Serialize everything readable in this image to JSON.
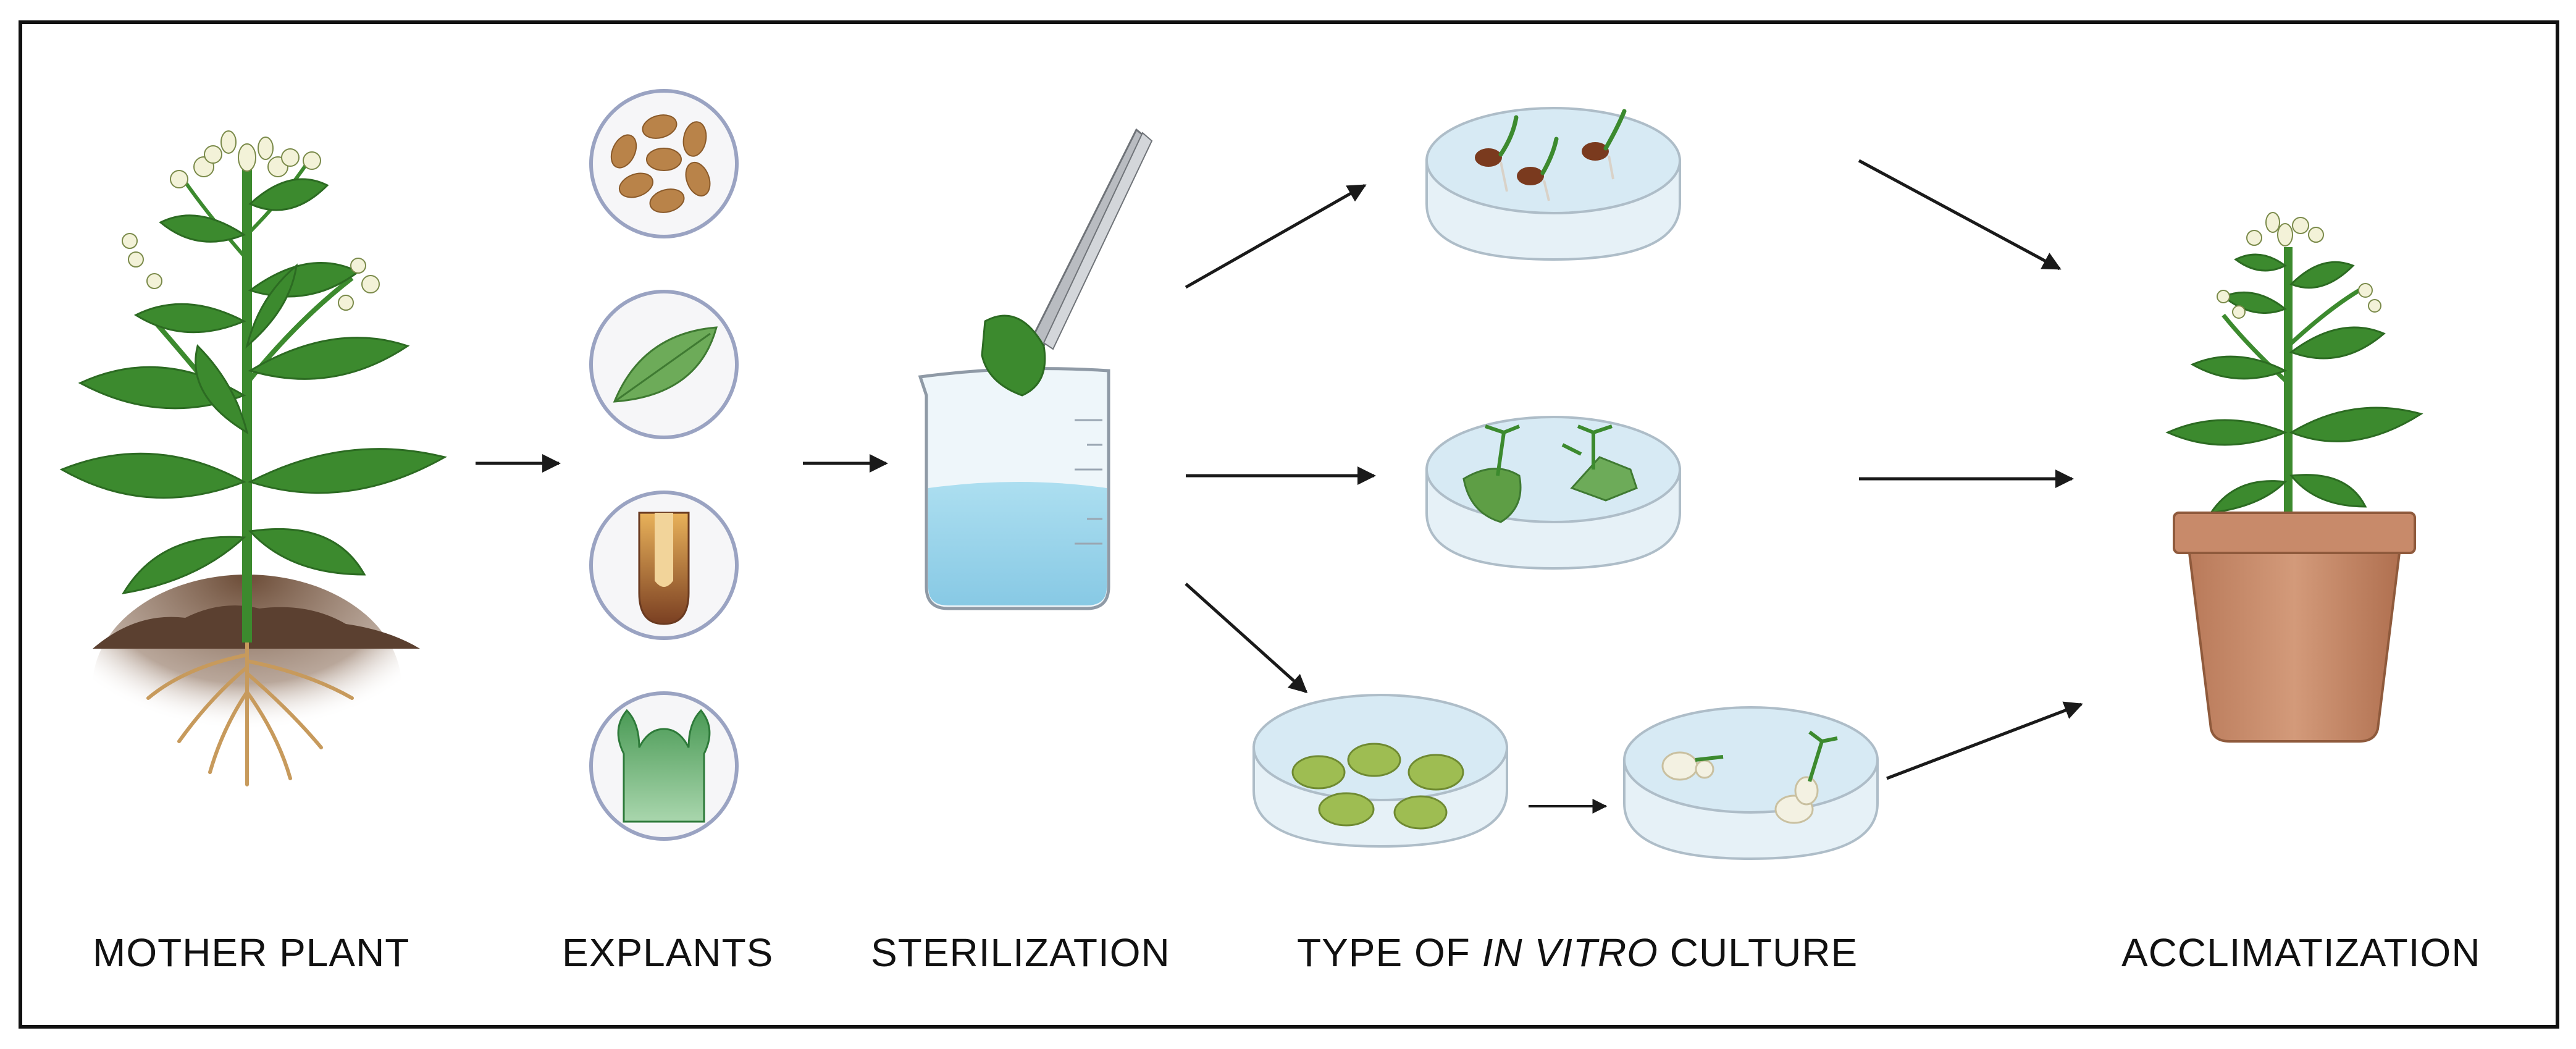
{
  "stages": {
    "mother_plant": "MOTHER PLANT",
    "explants": "EXPLANTS",
    "sterilization": "STERILIZATION",
    "culture_prefix": "TYPE OF ",
    "culture_italic": "IN VITRO",
    "culture_suffix": " CULTURE",
    "acclimatization": "ACCLIMATIZATION"
  },
  "explant_icons": [
    "seeds-icon",
    "leaf-icon",
    "root-tip-icon",
    "shoot-apex-icon"
  ],
  "culture_paths": [
    "seed-germination-dish",
    "organogenesis-dish",
    "callus-dish",
    "regeneration-dish"
  ],
  "colors": {
    "border": "#111111",
    "leaf": "#3c8a2e",
    "leaf_dark": "#2c6b22",
    "soil": "#5b4030",
    "medium": "#cfe8f3",
    "water": "#8fd0ea",
    "callus": "#9ebd52",
    "pot": "#c88a6a",
    "flower": "#f3f2d8",
    "arrow": "#1a1a1a"
  }
}
